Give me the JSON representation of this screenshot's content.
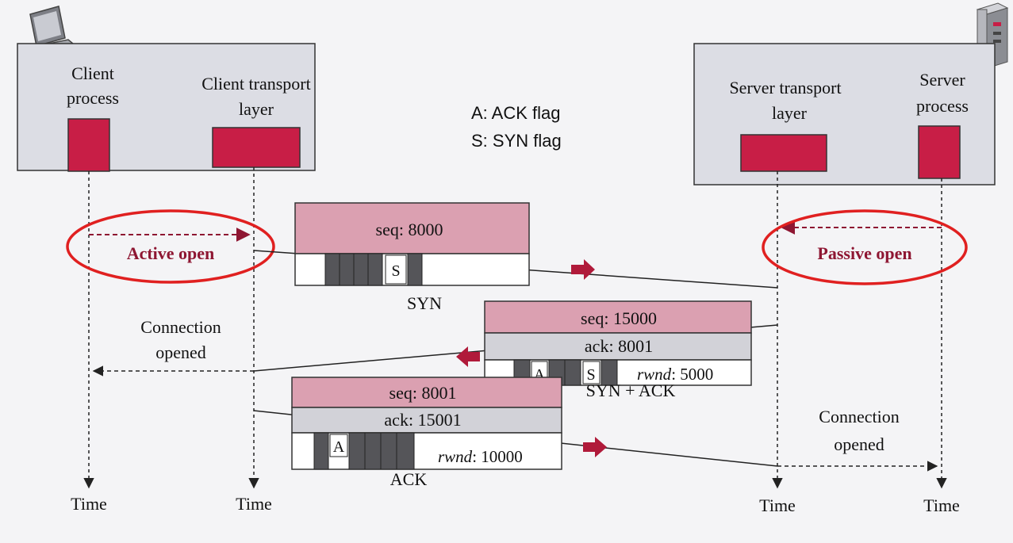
{
  "colors": {
    "box_fill": "#dcdde4",
    "process_fill": "#c81e46",
    "segment_header": "#dba0b1",
    "segment_row2": "#d2d2d8",
    "flag_cell": "#555559",
    "arrow": "#b01a3a",
    "ellipse": "#e02020",
    "open_label": "#8e1632"
  },
  "client": {
    "process_label_1": "Client",
    "process_label_2": "process",
    "transport_label_1": "Client transport",
    "transport_label_2": "layer",
    "icon": "laptop-icon"
  },
  "server": {
    "transport_label_1": "Server transport",
    "transport_label_2": "layer",
    "process_label_1": "Server",
    "process_label_2": "process",
    "icon": "server-tower-icon"
  },
  "legend": {
    "ack": "A: ACK flag",
    "syn": "S: SYN flag"
  },
  "events": {
    "active_open": "Active open",
    "passive_open": "Passive open",
    "client_opened_1": "Connection",
    "client_opened_2": "opened",
    "server_opened_1": "Connection",
    "server_opened_2": "opened"
  },
  "segments": {
    "syn": {
      "seq": "seq: 8000",
      "flag_s": "S",
      "caption": "SYN"
    },
    "synack": {
      "seq": "seq: 15000",
      "ack": "ack: 8001",
      "flag_a": "A",
      "flag_s": "S",
      "rwnd_label": "rwnd",
      "rwnd_value": ": 5000",
      "caption": "SYN + ACK"
    },
    "ack": {
      "seq": "seq: 8001",
      "ack": "ack: 15001",
      "flag_a": "A",
      "rwnd_label": "rwnd",
      "rwnd_value": ": 10000",
      "caption": "ACK"
    }
  },
  "time_labels": [
    "Time",
    "Time",
    "Time",
    "Time"
  ]
}
